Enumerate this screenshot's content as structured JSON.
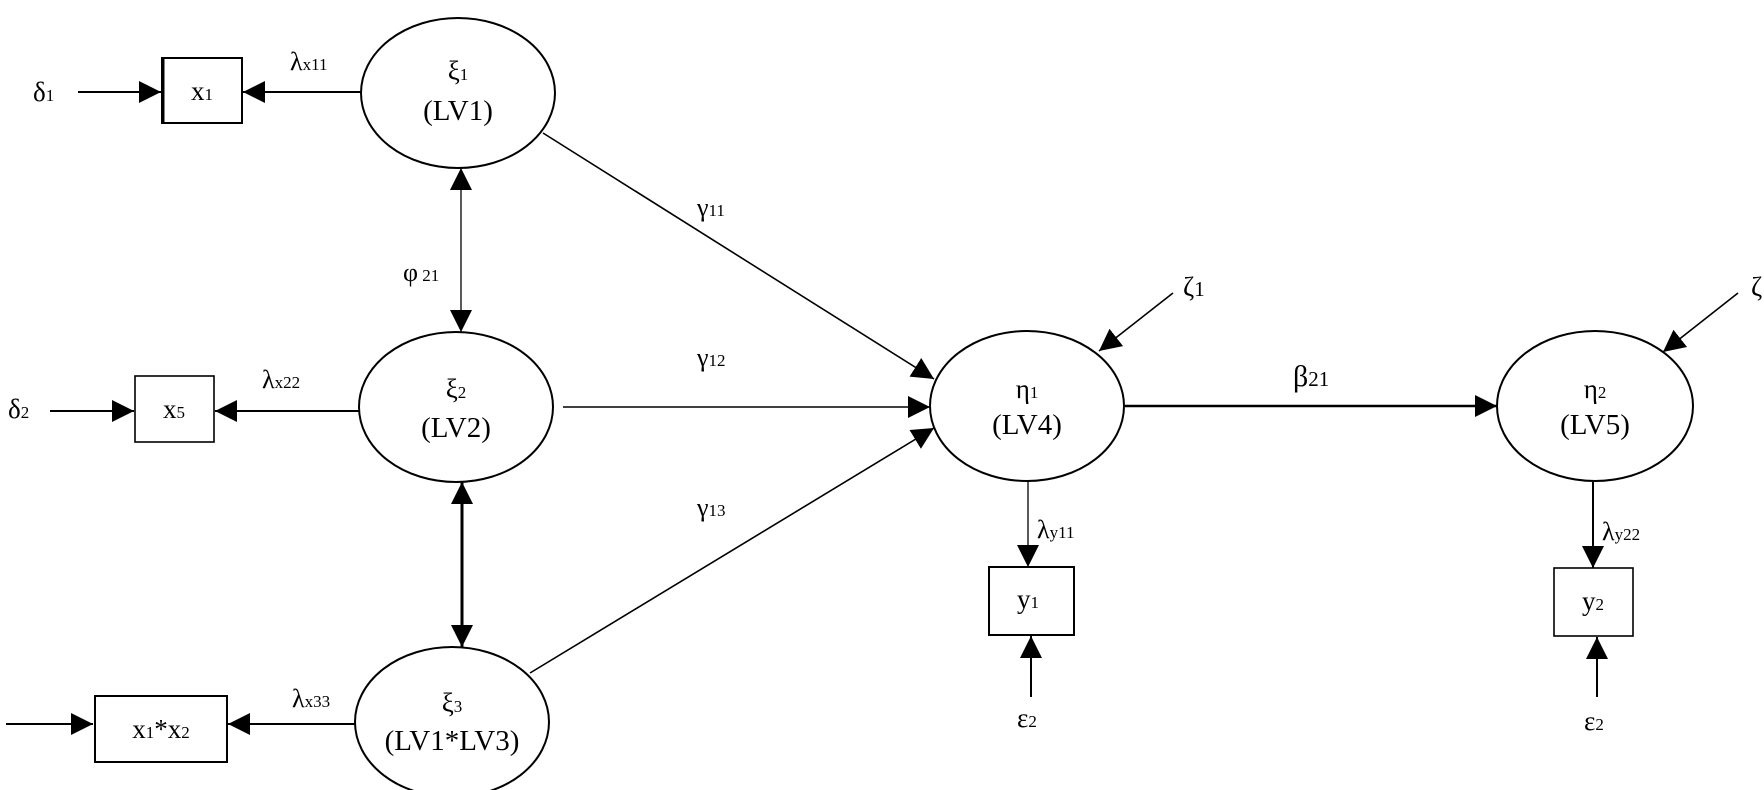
{
  "diagram": {
    "type": "structural-equation-model",
    "colors": {
      "stroke": "#000000",
      "background": "#ffffff",
      "text": "#000000"
    },
    "latent_variables": [
      {
        "id": "xi1",
        "symbol": "ξ",
        "sub": "1",
        "name": "(LV1)"
      },
      {
        "id": "xi2",
        "symbol": "ξ",
        "sub": "2",
        "name": "(LV2)"
      },
      {
        "id": "xi3",
        "symbol": "ξ",
        "sub": "3",
        "name": "(LV1*LV3)"
      },
      {
        "id": "eta1",
        "symbol": "η",
        "sub": "1",
        "name": "(LV4)"
      },
      {
        "id": "eta2",
        "symbol": "η",
        "sub": "2",
        "name": "(LV5)"
      }
    ],
    "indicators": [
      {
        "id": "x1",
        "label": "x",
        "sub": "1"
      },
      {
        "id": "x5",
        "label": "x",
        "sub": "5"
      },
      {
        "id": "x1x2",
        "label": "x",
        "sub": "1",
        "label2": "*x",
        "sub2": "2"
      },
      {
        "id": "y1",
        "label": "y",
        "sub": "1"
      },
      {
        "id": "y2",
        "label": "y",
        "sub": "2"
      }
    ],
    "error_terms": [
      {
        "id": "delta1",
        "symbol": "δ",
        "sub": "1"
      },
      {
        "id": "delta2",
        "symbol": "δ",
        "sub": "2"
      },
      {
        "id": "eps_y1",
        "symbol": "ε",
        "sub": "2"
      },
      {
        "id": "eps_y2",
        "symbol": "ε",
        "sub": "2"
      },
      {
        "id": "zeta1",
        "symbol": "ζ",
        "sub": "1"
      },
      {
        "id": "zeta2",
        "symbol": "ζ",
        "sub": ""
      }
    ],
    "paths": [
      {
        "id": "lx11",
        "from": "xi1",
        "to": "x1",
        "symbol": "λ",
        "sub": "x11"
      },
      {
        "id": "lx22",
        "from": "xi2",
        "to": "x5",
        "symbol": "λ",
        "sub": "x22"
      },
      {
        "id": "lx33",
        "from": "xi3",
        "to": "x1x2",
        "symbol": "λ",
        "sub": "x33"
      },
      {
        "id": "phi21",
        "from": "xi1",
        "to": "xi2",
        "symbol": "φ",
        "sub": " 21",
        "bidirectional": true
      },
      {
        "id": "cov32",
        "from": "xi2",
        "to": "xi3",
        "symbol": "",
        "sub": "",
        "bidirectional": true
      },
      {
        "id": "g11",
        "from": "xi1",
        "to": "eta1",
        "symbol": "γ",
        "sub": "11"
      },
      {
        "id": "g12",
        "from": "xi2",
        "to": "eta1",
        "symbol": "γ",
        "sub": "12"
      },
      {
        "id": "g13",
        "from": "xi3",
        "to": "eta1",
        "symbol": "γ",
        "sub": "13"
      },
      {
        "id": "b21",
        "from": "eta1",
        "to": "eta2",
        "symbol": "β",
        "sub": "21"
      },
      {
        "id": "ly11",
        "from": "eta1",
        "to": "y1",
        "symbol": "λ",
        "sub": "y11"
      },
      {
        "id": "ly22",
        "from": "eta2",
        "to": "y2",
        "symbol": "λ",
        "sub": "y22"
      }
    ]
  }
}
